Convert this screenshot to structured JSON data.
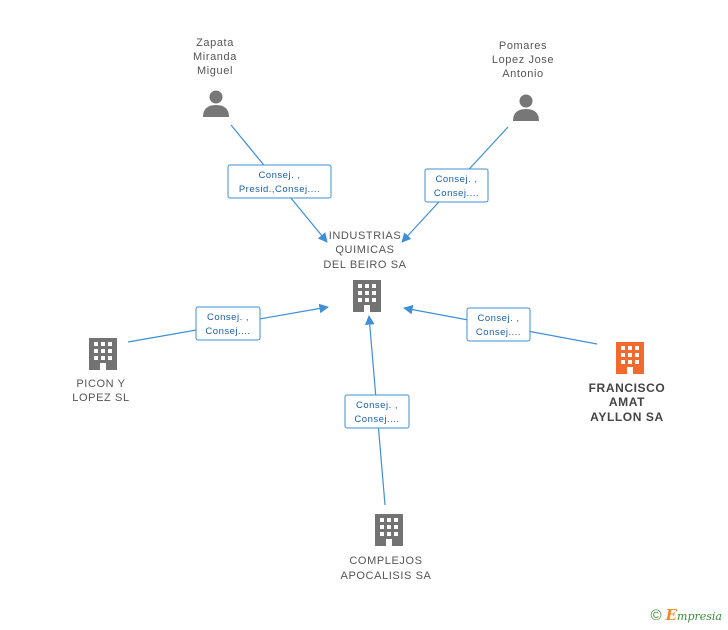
{
  "nodes": {
    "zapata": {
      "label": [
        "Zapata",
        "Miranda",
        "Miguel"
      ],
      "type": "person"
    },
    "pomares": {
      "label": [
        "Pomares",
        "Lopez Jose",
        "Antonio"
      ],
      "type": "person"
    },
    "industrias": {
      "label": [
        "INDUSTRIAS",
        "QUIMICAS",
        "DEL BEIRO SA"
      ],
      "type": "company"
    },
    "picon": {
      "label": [
        "PICON Y",
        "LOPEZ SL"
      ],
      "type": "company"
    },
    "francisco": {
      "label": [
        "FRANCISCO",
        "AMAT",
        "AYLLON SA"
      ],
      "type": "company",
      "highlight": true
    },
    "complejos": {
      "label": [
        "COMPLEJOS",
        "APOCALISIS SA"
      ],
      "type": "company"
    }
  },
  "edges": [
    {
      "from": "zapata",
      "to": "industrias",
      "label": [
        "Consej. ,",
        "Presid.,Consej...."
      ]
    },
    {
      "from": "pomares",
      "to": "industrias",
      "label": [
        "Consej. ,",
        "Consej...."
      ]
    },
    {
      "from": "picon",
      "to": "industrias",
      "label": [
        "Consej. ,",
        "Consej...."
      ]
    },
    {
      "from": "francisco",
      "to": "industrias",
      "label": [
        "Consej. ,",
        "Consej...."
      ]
    },
    {
      "from": "complejos",
      "to": "industrias",
      "label": [
        "Consej. ,",
        "Consej...."
      ]
    }
  ],
  "colors": {
    "edge": "#3f8fd6",
    "node_default": "#737373",
    "node_highlight": "#f26a2e",
    "brand": "#3b8c3b"
  },
  "footer": {
    "copyright_symbol": "©",
    "brand_initial": "E",
    "brand_rest": "mpresia"
  }
}
